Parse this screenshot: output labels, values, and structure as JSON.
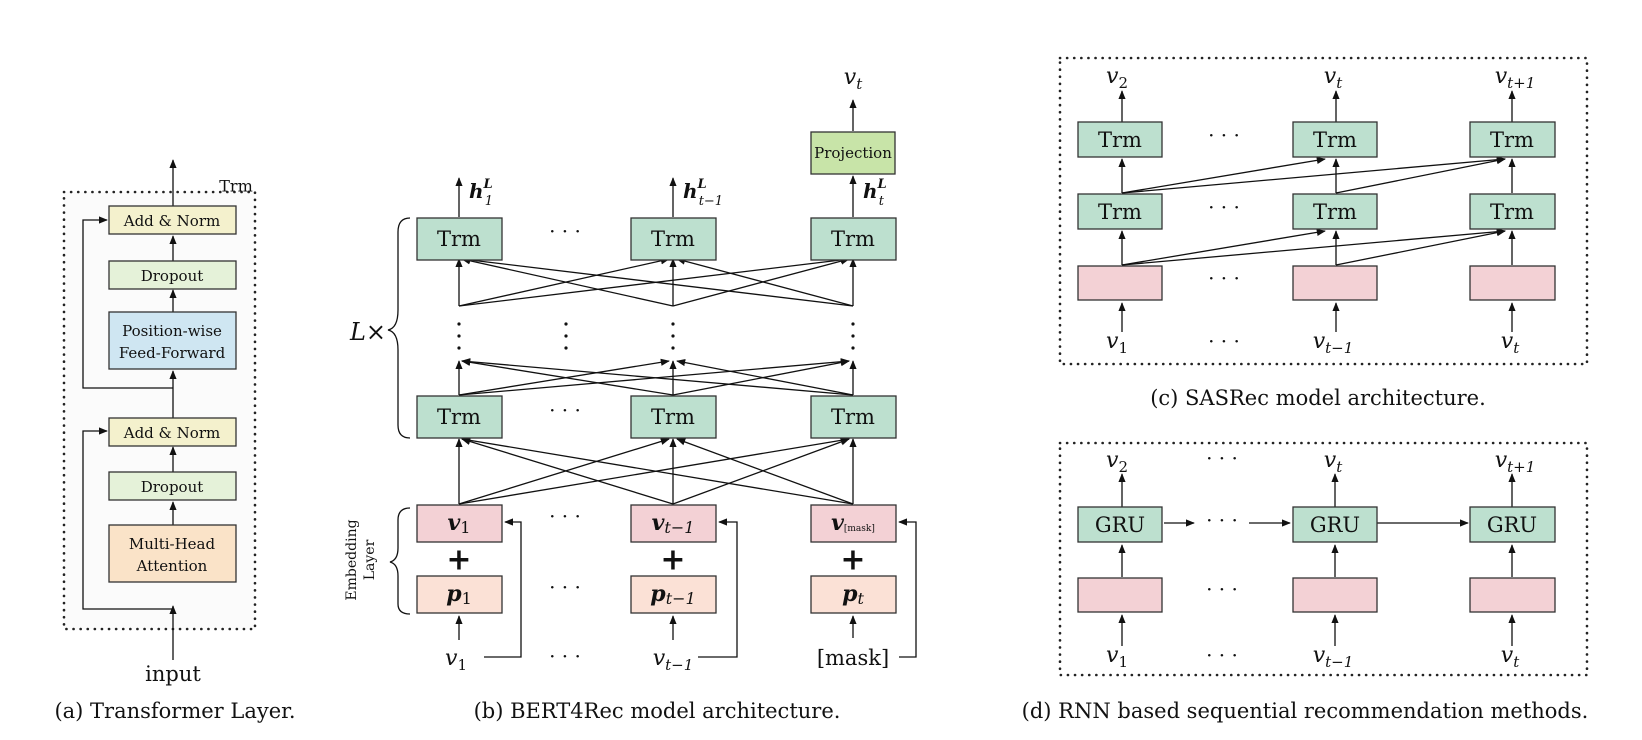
{
  "colors": {
    "trm": "#bde0cf",
    "add_norm": "#f4f1cd",
    "dropout": "#e5f2d9",
    "feed_forward": "#cfe6f2",
    "attention": "#fae3c8",
    "item_embedding": "#f3d1d5",
    "position_embedding": "#fbe1d6",
    "projection": "#c8e4a8",
    "panel_bg": "#fbfbfb"
  },
  "panel_a": {
    "caption": "(a) Transformer Layer.",
    "trm_label": "Trm",
    "input_label": "input",
    "blocks": {
      "add_norm_top": "Add & Norm",
      "dropout_top": "Dropout",
      "ffn_line1": "Position-wise",
      "ffn_line2": "Feed-Forward",
      "add_norm_bottom": "Add & Norm",
      "dropout_bottom": "Dropout",
      "mha_line1": "Multi-Head",
      "mha_line2": "Attention"
    }
  },
  "panel_b": {
    "caption": "(b) BERT4Rec model architecture.",
    "layers_label": "L×",
    "embedding_label_line1": "Embedding",
    "embedding_label_line2": "Layer",
    "trm": "Trm",
    "projection": "Projection",
    "output": "v",
    "output_sub": "t",
    "ellipsis": "· · ·",
    "plus": "+",
    "columns": [
      {
        "hidden": "h",
        "hidden_sub": "1",
        "hidden_sup": "L",
        "item_emb": "v",
        "item_sub": "1",
        "pos_emb": "p",
        "pos_sub": "1",
        "input": "v",
        "input_sub": "1"
      },
      {
        "hidden": "h",
        "hidden_sub": "t−1",
        "hidden_sup": "L",
        "item_emb": "v",
        "item_sub": "t−1",
        "pos_emb": "p",
        "pos_sub": "t−1",
        "input": "v",
        "input_sub": "t−1"
      },
      {
        "hidden": "h",
        "hidden_sub": "t",
        "hidden_sup": "L",
        "item_emb": "v",
        "item_sub": "[mask]",
        "pos_emb": "p",
        "pos_sub": "t",
        "input": "[mask]",
        "input_sub": ""
      }
    ]
  },
  "panel_c": {
    "caption": "(c) SASRec model architecture.",
    "trm": "Trm",
    "ellipsis": "· · ·",
    "outputs": [
      {
        "v": "v",
        "sub": "2"
      },
      {
        "v": "v",
        "sub": "t"
      },
      {
        "v": "v",
        "sub": "t+1"
      }
    ],
    "inputs": [
      {
        "v": "v",
        "sub": "1"
      },
      {
        "v": "v",
        "sub": "t−1"
      },
      {
        "v": "v",
        "sub": "t"
      }
    ]
  },
  "panel_d": {
    "caption": "(d) RNN based sequential recommendation methods.",
    "gru": "GRU",
    "ellipsis": "· · ·",
    "outputs": [
      {
        "v": "v",
        "sub": "2"
      },
      {
        "v": "v",
        "sub": "t"
      },
      {
        "v": "v",
        "sub": "t+1"
      }
    ],
    "inputs": [
      {
        "v": "v",
        "sub": "1"
      },
      {
        "v": "v",
        "sub": "t−1"
      },
      {
        "v": "v",
        "sub": "t"
      }
    ]
  }
}
